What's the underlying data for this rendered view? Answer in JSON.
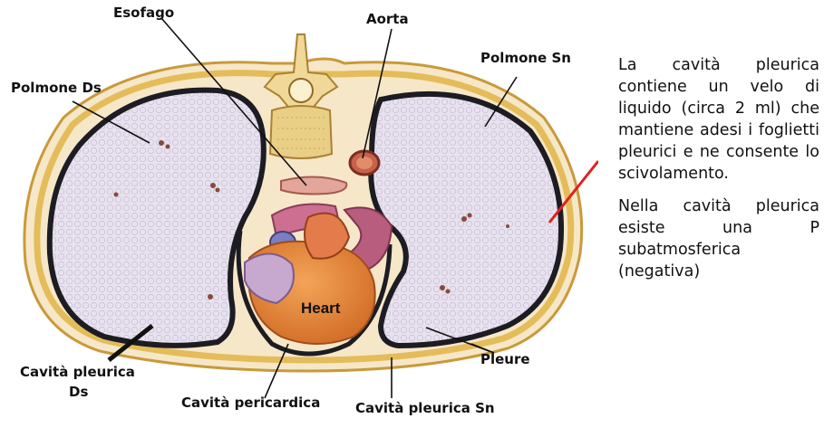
{
  "labels": {
    "esofago": "Esofago",
    "aorta": "Aorta",
    "polmone_ds": "Polmone Ds",
    "polmone_sn": "Polmone Sn",
    "heart": "Heart",
    "pleure": "Pleure",
    "cavita_pleurica_ds_line1": "Cavità pleurica",
    "cavita_pleurica_ds_line2": "Ds",
    "cavita_pericardica": "Cavità pericardica",
    "cavita_pleurica_sn": "Cavità pleurica Sn"
  },
  "note": {
    "paragraph1": "La cavità pleurica contiene un velo di liquido (circa 2 ml) che mantiene adesi i foglietti pleurici e ne consente lo scivolamento.",
    "paragraph2": "Nella cavità pleurica esiste una P subatmosferica (negativa)"
  },
  "colors": {
    "lung": "#e7e1ee",
    "pleural_border": "#1c1c22",
    "rib_ring": "#e1b857",
    "tissue": "#f4e5c3",
    "heart": "#e78c3e",
    "vessels": "#cb6f8e",
    "arrow": "#e02020"
  }
}
